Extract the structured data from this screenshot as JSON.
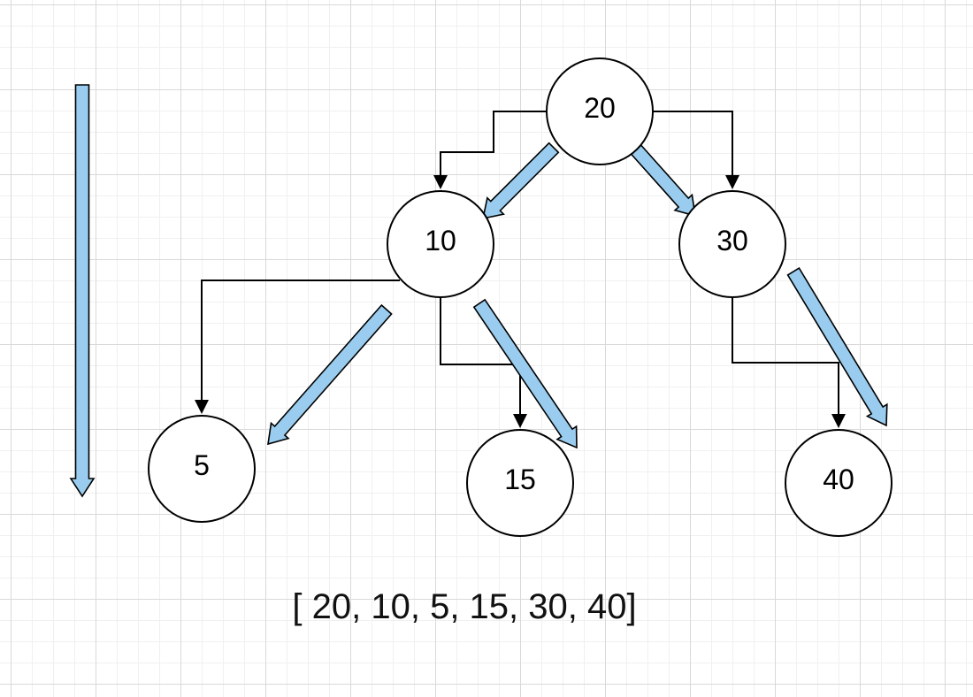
{
  "colors": {
    "traversal_arrow": "#99ccee",
    "node_stroke": "#000000",
    "node_fill": "#ffffff"
  },
  "tree": {
    "nodes": [
      {
        "id": "n20",
        "label": "20"
      },
      {
        "id": "n10",
        "label": "10"
      },
      {
        "id": "n30",
        "label": "30"
      },
      {
        "id": "n5",
        "label": "5"
      },
      {
        "id": "n15",
        "label": "15"
      },
      {
        "id": "n40",
        "label": "40"
      }
    ],
    "edges": [
      {
        "from": "n20",
        "to": "n10"
      },
      {
        "from": "n20",
        "to": "n30"
      },
      {
        "from": "n10",
        "to": "n5"
      },
      {
        "from": "n10",
        "to": "n15"
      },
      {
        "from": "n30",
        "to": "n40"
      }
    ]
  },
  "result": {
    "text": "[ 20, 10, 5, 15, 30, 40]"
  }
}
